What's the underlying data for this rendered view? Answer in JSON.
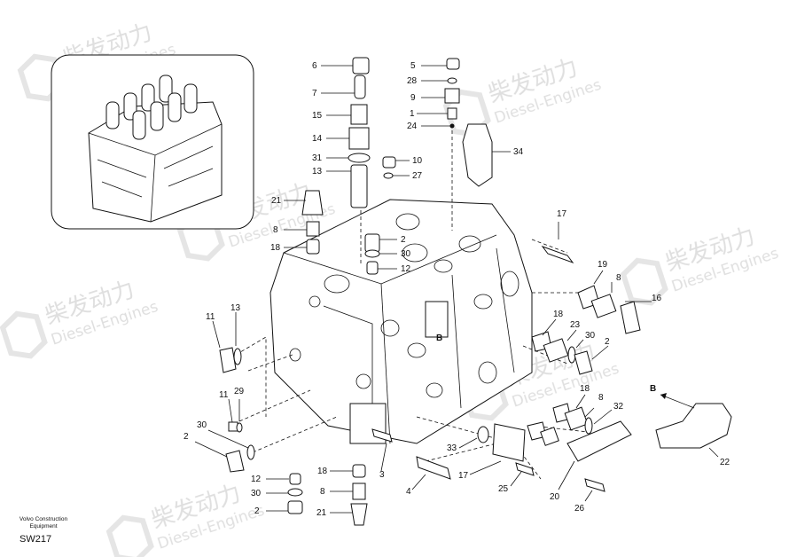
{
  "watermark": {
    "brand_cn": "柴发动力",
    "brand_en": "Diesel-Engines"
  },
  "footer": {
    "company": "Volvo Construction Equipment",
    "drawing_code": "SW217"
  },
  "view_marker": "B",
  "callouts": {
    "c6": "6",
    "c7": "7",
    "c15": "15",
    "c14": "14",
    "c31": "31",
    "c13": "13",
    "c5": "5",
    "c28": "28",
    "c9": "9",
    "c1": "1",
    "c24": "24",
    "c34": "34",
    "c10": "10",
    "c27": "27",
    "c21a": "21",
    "c8a": "8",
    "c18a": "18",
    "c2a": "2",
    "c30a": "30",
    "c12a": "12",
    "c17a": "17",
    "c19": "19",
    "c8b": "8",
    "c16": "16",
    "c18b": "18",
    "c23": "23",
    "c30b": "30",
    "c2b": "2",
    "c11a": "11",
    "c13b": "13",
    "c11b": "11",
    "c29": "29",
    "c30c": "30",
    "c2c": "2",
    "c12b": "12",
    "c30d": "30",
    "c2d": "2",
    "c18c": "18",
    "c8c": "8",
    "c21b": "21",
    "c3": "3",
    "c33": "33",
    "c17b": "17",
    "c4": "4",
    "c25": "25",
    "c18d": "18",
    "c8d": "8",
    "c32": "32",
    "c20": "20",
    "c26": "26",
    "c22": "22",
    "cB": "B"
  }
}
